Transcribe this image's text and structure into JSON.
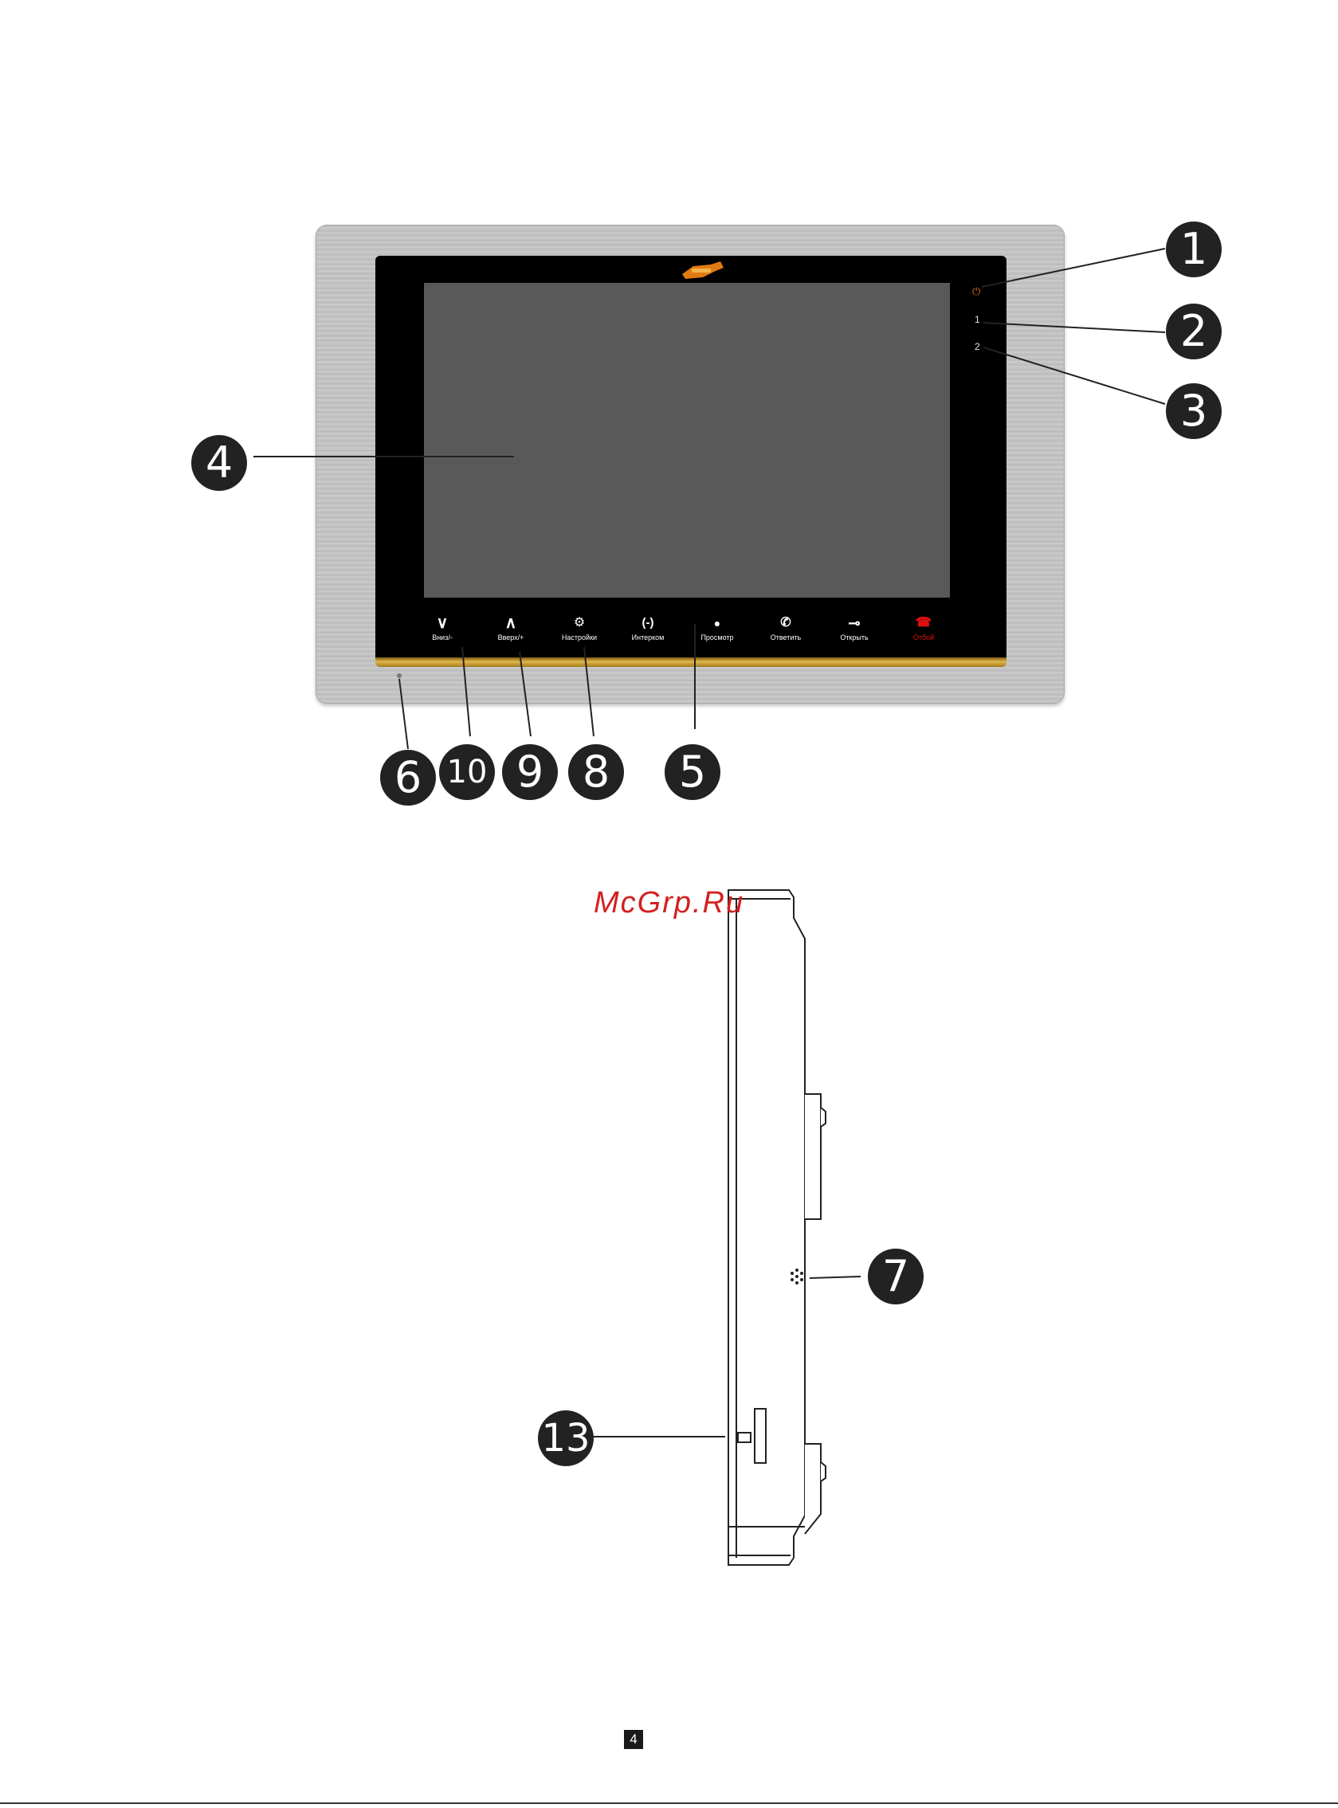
{
  "front_view": {
    "indicators": {
      "power_icon": "power-icon",
      "led1": "1",
      "led2": "2"
    },
    "buttons": [
      {
        "icon": "chevron-down-icon",
        "glyph": "∨",
        "label": "Вниз/-"
      },
      {
        "icon": "chevron-up-icon",
        "glyph": "∧",
        "label": "Вверх/+"
      },
      {
        "icon": "gear-icon",
        "glyph": "⚙",
        "label": "Настройки"
      },
      {
        "icon": "intercom-icon",
        "glyph": "(-)",
        "label": "Интерком"
      },
      {
        "icon": "person-icon",
        "glyph": "●",
        "label": "Просмотр"
      },
      {
        "icon": "phone-answer-icon",
        "glyph": "✆",
        "label": "Ответить"
      },
      {
        "icon": "key-icon",
        "glyph": "⊸",
        "label": "Открыть"
      },
      {
        "icon": "phone-hangup-icon",
        "glyph": "☎",
        "label": "Отбой"
      }
    ],
    "callouts": [
      "1",
      "2",
      "3",
      "4",
      "5",
      "6",
      "10",
      "9",
      "8"
    ]
  },
  "side_view": {
    "callouts": [
      "7",
      "13"
    ]
  },
  "watermark": "McGrp.Ru",
  "page_number": "4",
  "colors": {
    "hangup": "#e01010",
    "gold_trim": "#d4a93c",
    "callout": "#222222",
    "watermark": "#d32020"
  }
}
